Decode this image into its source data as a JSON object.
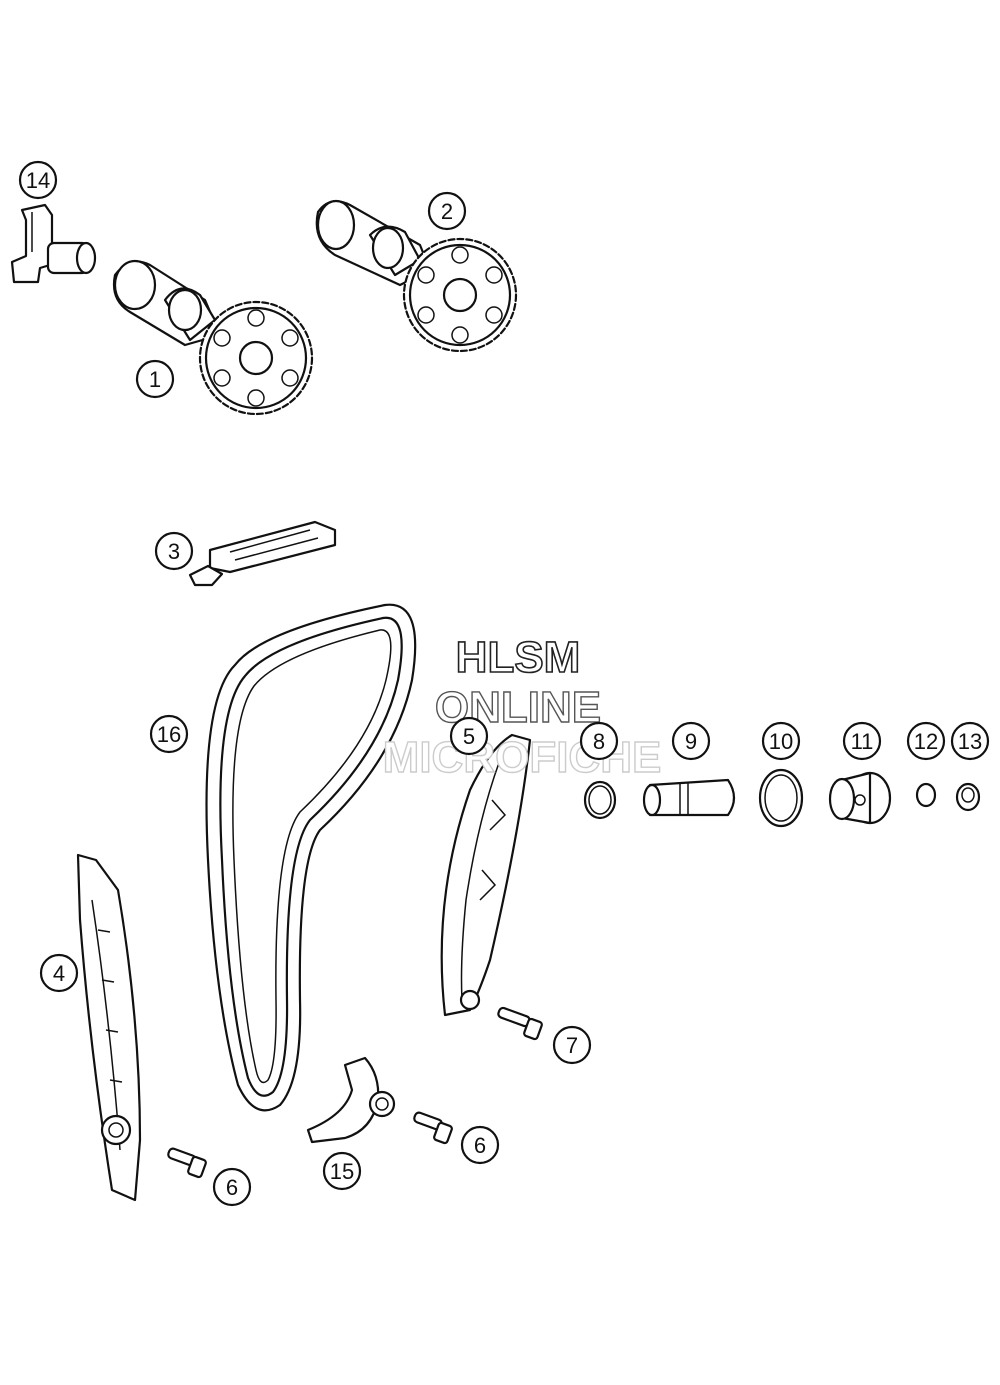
{
  "callouts": [
    {
      "id": "c1",
      "label": "1"
    },
    {
      "id": "c2",
      "label": "2"
    },
    {
      "id": "c3",
      "label": "3"
    },
    {
      "id": "c4",
      "label": "4"
    },
    {
      "id": "c5",
      "label": "5"
    },
    {
      "id": "c6a",
      "label": "6"
    },
    {
      "id": "c6b",
      "label": "6"
    },
    {
      "id": "c7",
      "label": "7"
    },
    {
      "id": "c8",
      "label": "8"
    },
    {
      "id": "c9",
      "label": "9"
    },
    {
      "id": "c10",
      "label": "10"
    },
    {
      "id": "c11",
      "label": "11"
    },
    {
      "id": "c12",
      "label": "12"
    },
    {
      "id": "c13",
      "label": "13"
    },
    {
      "id": "c14",
      "label": "14"
    },
    {
      "id": "c15",
      "label": "15"
    },
    {
      "id": "c16",
      "label": "16"
    }
  ],
  "watermark": {
    "line1": "HLSM",
    "line2": "ONLINE",
    "line3": "MICROFICHE"
  },
  "colors": {
    "line": "#111111",
    "background": "#ffffff"
  }
}
